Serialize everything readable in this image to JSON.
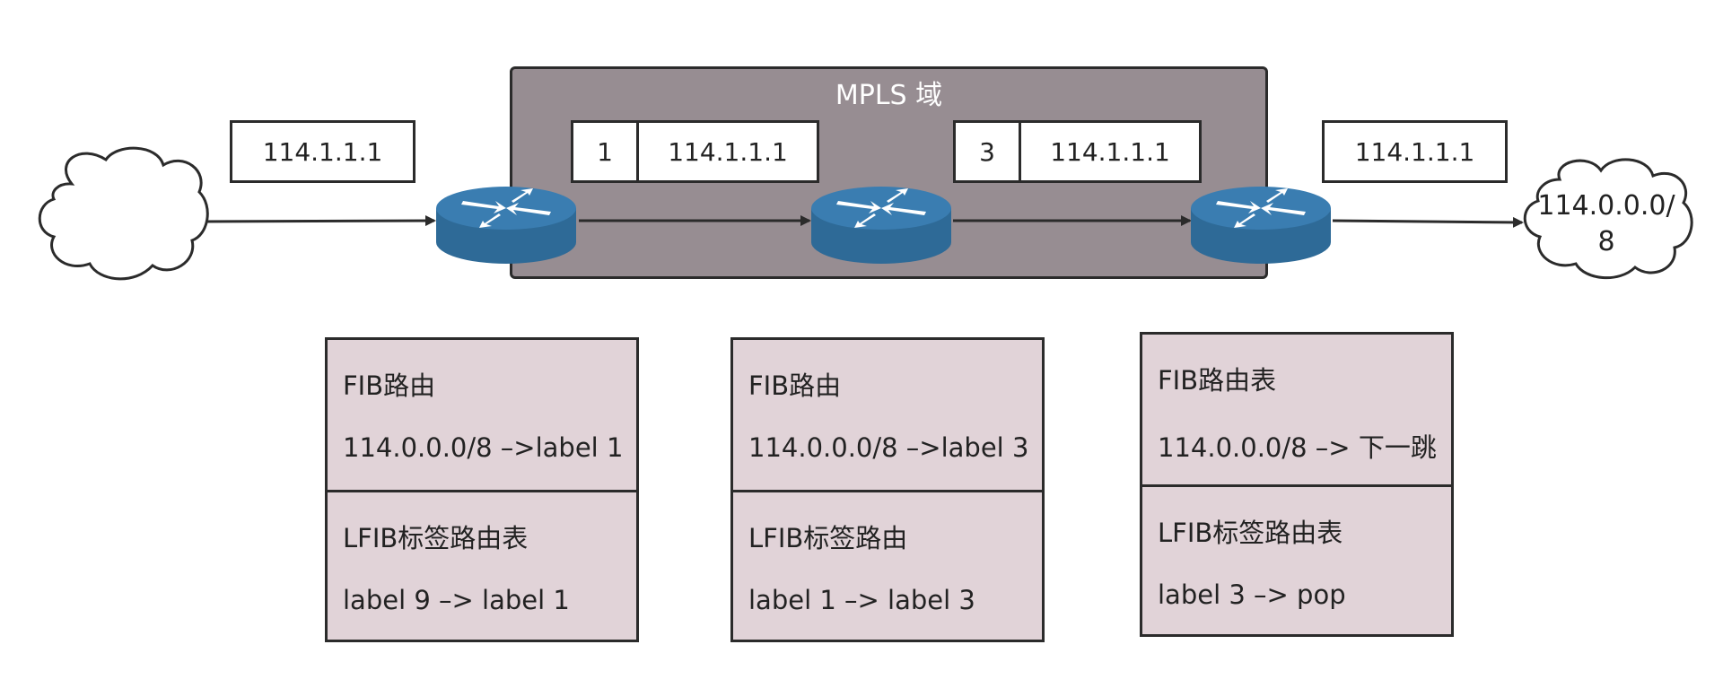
{
  "domain": {
    "title": "MPLS 域"
  },
  "packets": [
    {
      "label": "",
      "ip": "114.1.1.1"
    },
    {
      "label": "1",
      "ip": "114.1.1.1"
    },
    {
      "label": "3",
      "ip": "114.1.1.1"
    },
    {
      "label": "",
      "ip": "114.1.1.1"
    }
  ],
  "destination": {
    "line1": "114.0.0.0/",
    "line2": "8"
  },
  "tables": [
    {
      "fib_title": "FIB路由",
      "fib_entry": "114.0.0.0/8 –>label 1",
      "lfib_title": "LFIB标签路由表",
      "lfib_entry": "label 9 –> label 1"
    },
    {
      "fib_title": "FIB路由",
      "fib_entry": "114.0.0.0/8 –>label 3",
      "lfib_title": "LFIB标签路由",
      "lfib_entry": "label 1 –> label 3"
    },
    {
      "fib_title": "FIB路由表",
      "fib_entry": "114.0.0.0/8 –> 下一跳",
      "lfib_title": "LFIB标签路由表",
      "lfib_entry": "label 3 –> pop"
    }
  ],
  "colors": {
    "router": "#2e6a97",
    "router_top": "#3a7db1",
    "domain": "#978d92",
    "table": "#e1d3d8"
  }
}
